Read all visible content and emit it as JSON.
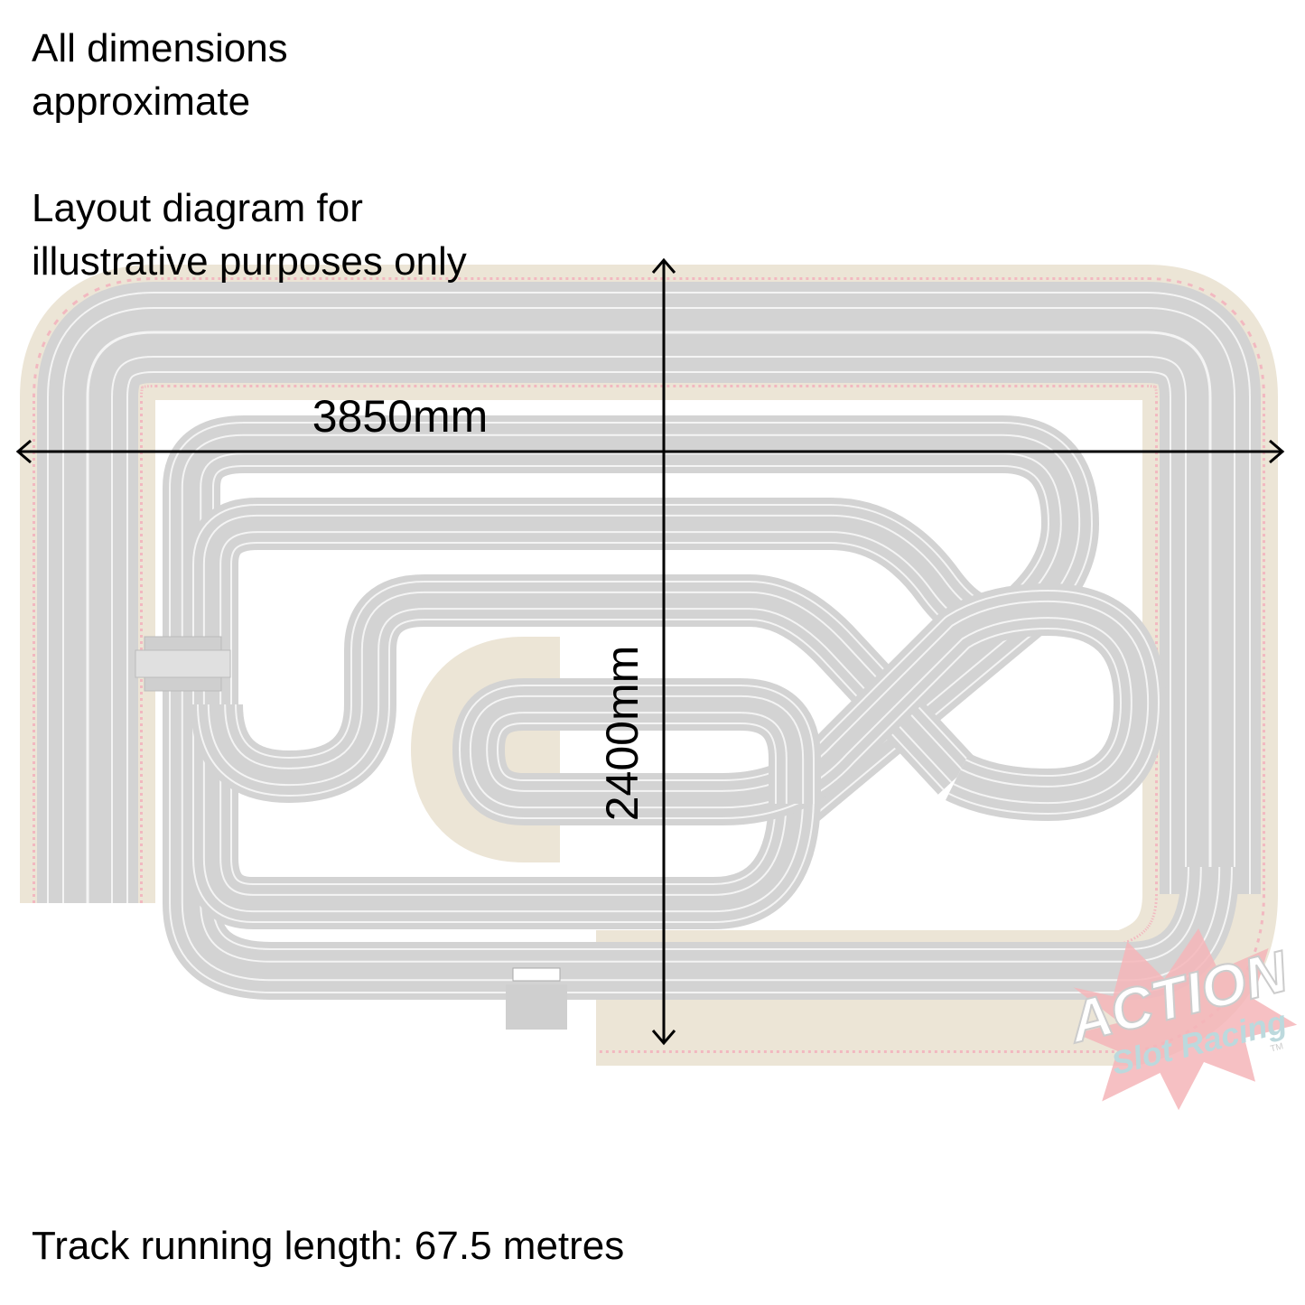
{
  "notes": {
    "line1": "All dimensions",
    "line2": "approximate",
    "line3": "Layout diagram for",
    "line4": "illustrative purposes only"
  },
  "dimensions": {
    "width_label": "3850mm",
    "height_label": "2400mm"
  },
  "footer": {
    "running_length": "Track running length: 67.5 metres"
  },
  "logo": {
    "line1": "ACTION",
    "line2": "Slot Racing",
    "tm": "TM"
  },
  "colors": {
    "track": "#d3d3d3",
    "lane": "#f4f4f4",
    "border": "#ece5d6",
    "curb": "#f2b8c0",
    "logo_red": "#f5b5b8",
    "logo_blue": "#bcd9dd"
  }
}
